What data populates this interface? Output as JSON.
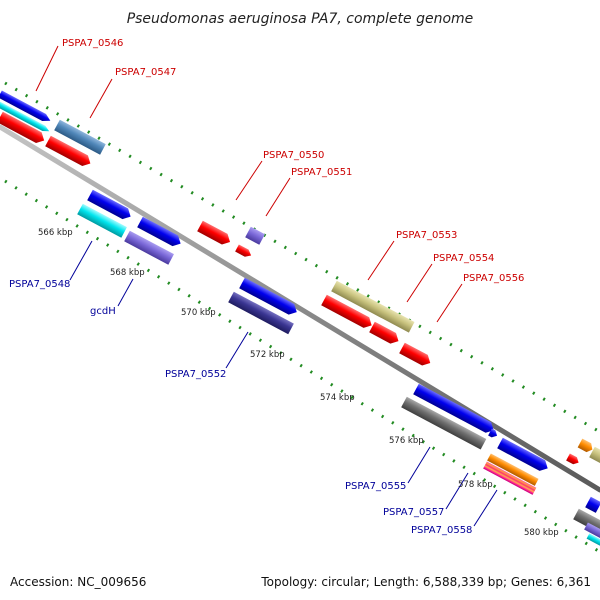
{
  "title": "Pseudomonas aeruginosa PA7, complete genome",
  "footer": {
    "accession": "Accession: NC_009656",
    "summary": "Topology: circular; Length: 6,588,339 bp; Genes: 6,361"
  },
  "scale_labels": [
    "566 kbp",
    "568 kbp",
    "570 kbp",
    "572 kbp",
    "574 kbp",
    "576 kbp",
    "578 kbp",
    "580 kbp"
  ],
  "labels_top": [
    "PSPA7_0546",
    "PSPA7_0547",
    "PSPA7_0550",
    "PSPA7_0551",
    "PSPA7_0553",
    "PSPA7_0554",
    "PSPA7_0556"
  ],
  "labels_bottom": [
    "PSPA7_0548",
    "gcdH",
    "PSPA7_0552",
    "PSPA7_0555",
    "PSPA7_0557",
    "PSPA7_0558"
  ],
  "colors": {
    "red": "#ff0000",
    "blue": "#0000ee",
    "cyan": "#00e5ee",
    "steel": "#4f86b8",
    "slate": "#7a68d8",
    "navy": "#3a3592",
    "khaki": "#c8c27e",
    "gray": "#6e6e6e",
    "orange": "#ff8c00",
    "backbone": "#8a8a8a",
    "tick": "#228b22",
    "top_label": "#cc0000",
    "bottom_label": "#000099"
  }
}
